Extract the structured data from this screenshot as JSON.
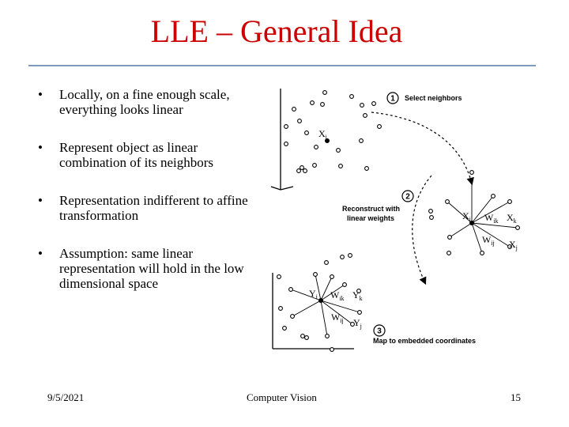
{
  "slide": {
    "title": "LLE – General Idea",
    "bullets": [
      "Locally, on a fine enough scale, everything looks linear",
      "Represent object as linear combination of its neighbors",
      "Representation indifferent to affine transformation",
      "Assumption: same linear representation will hold in the low dimensional space"
    ],
    "bullet_symbol": "•",
    "footer": {
      "date": "9/5/2021",
      "center": "Computer Vision",
      "page": "15"
    }
  },
  "figure": {
    "steps": [
      {
        "num": "1",
        "label": "Select neighbors"
      },
      {
        "num": "2",
        "label_line1": "Reconstruct with",
        "label_line2": "linear weights"
      },
      {
        "num": "3",
        "label": "Map to embedded coordinates"
      }
    ],
    "vars": {
      "xi": "X",
      "xi_sub": "i",
      "xi2": "X",
      "xi2_sub": "i",
      "wik": "W",
      "wik_sub": "ik",
      "xk": "X",
      "xk_sub": "k",
      "wij": "W",
      "wij_sub": "ij",
      "xj": "X",
      "xj_sub": "j",
      "yi": "Y",
      "yi_sub": "i",
      "wik2": "W",
      "wik2_sub": "ik",
      "yk": "Y",
      "yk_sub": "k",
      "wij2": "W",
      "wij2_sub": "ij",
      "yj": "Y",
      "yj_sub": "j"
    }
  }
}
